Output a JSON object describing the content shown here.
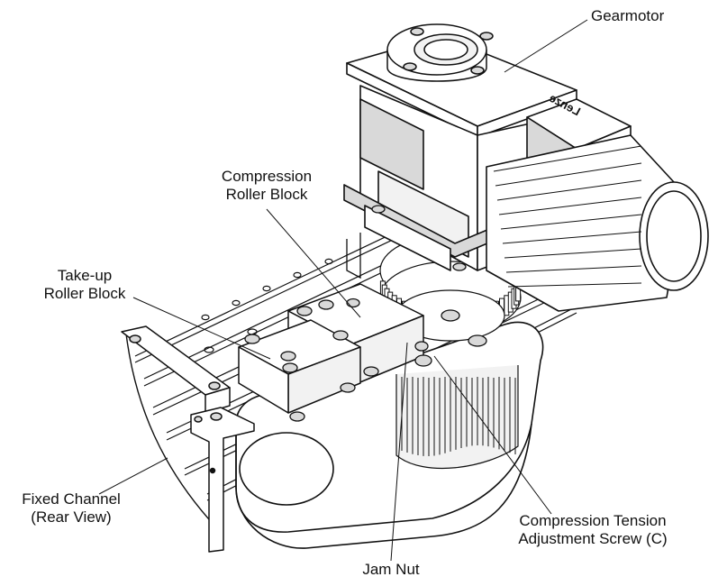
{
  "colors": {
    "line": "#111111",
    "shade": "#d9d9d9",
    "light": "#f2f2f2",
    "background": "#ffffff"
  },
  "labels": {
    "gearmotor": "Gearmotor",
    "compression_roller_block": {
      "line1": "Compression",
      "line2": "Roller Block"
    },
    "take_up_roller_block": {
      "line1": "Take-up",
      "line2": "Roller Block"
    },
    "fixed_channel": {
      "line1": "Fixed Channel",
      "line2": "(Rear View)"
    },
    "compression_tension_screw": {
      "line1": "Compression Tension",
      "line2": "Adjustment Screw (C)"
    },
    "jam_nut": "Jam Nut"
  },
  "motor_brand": "Lenze"
}
